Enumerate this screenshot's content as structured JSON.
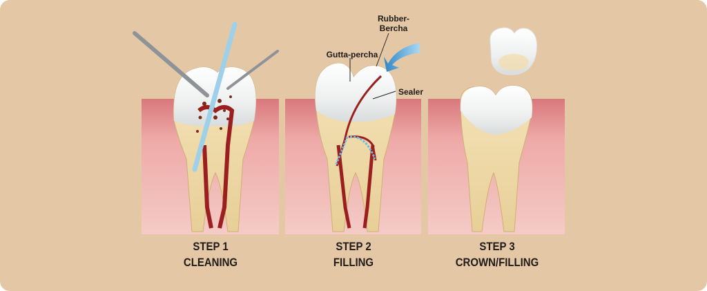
{
  "steps": [
    {
      "number": "STEP 1",
      "title": "CLEANING"
    },
    {
      "number": "STEP 2",
      "title": "FILLING"
    },
    {
      "number": "STEP 3",
      "title": "CROWN/FILLING"
    }
  ],
  "labels": {
    "rubber": "Rubber-\nBercha",
    "gutta": "Gutta-percha",
    "sealer": "Sealer"
  },
  "colors": {
    "background": "#e4c8a6",
    "gum": "#eaa3a3",
    "bone": "#f3c9c4",
    "canal": "#9b1f1f",
    "file": "#9fd0ea"
  }
}
